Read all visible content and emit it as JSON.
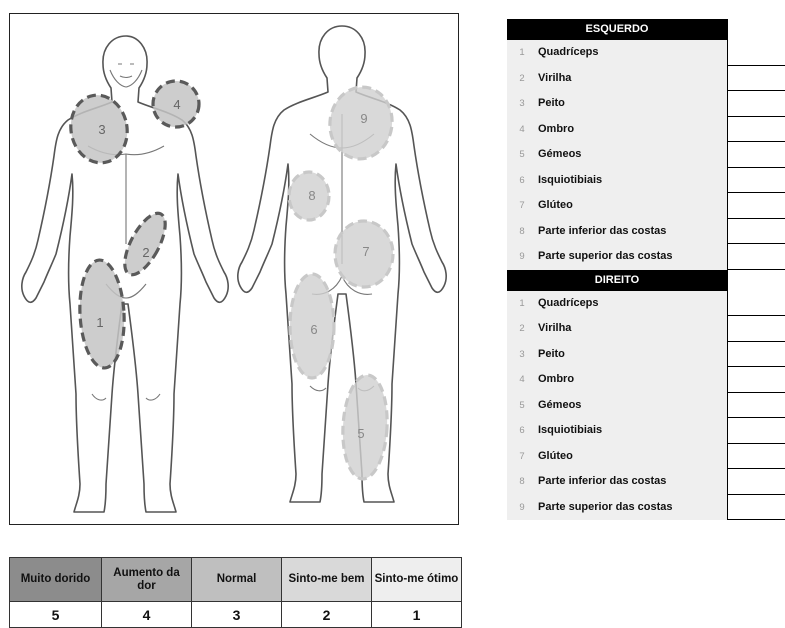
{
  "diagram": {
    "front_zones": [
      {
        "id": "1",
        "label": "1"
      },
      {
        "id": "2",
        "label": "2"
      },
      {
        "id": "3",
        "label": "3"
      },
      {
        "id": "4",
        "label": "4"
      }
    ],
    "back_zones": [
      {
        "id": "5",
        "label": "5"
      },
      {
        "id": "6",
        "label": "6"
      },
      {
        "id": "7",
        "label": "7"
      },
      {
        "id": "8",
        "label": "8"
      },
      {
        "id": "9",
        "label": "9"
      }
    ]
  },
  "left_section": {
    "title": "ESQUERDO",
    "rows": [
      {
        "num": "1",
        "label": "Quadríceps"
      },
      {
        "num": "2",
        "label": "Virilha"
      },
      {
        "num": "3",
        "label": "Peito"
      },
      {
        "num": "4",
        "label": "Ombro"
      },
      {
        "num": "5",
        "label": "Gémeos"
      },
      {
        "num": "6",
        "label": "Isquiotibiais"
      },
      {
        "num": "7",
        "label": "Glúteo"
      },
      {
        "num": "8",
        "label": "Parte inferior das costas"
      },
      {
        "num": "9",
        "label": "Parte superior das costas"
      }
    ]
  },
  "right_section": {
    "title": "DIREITO",
    "rows": [
      {
        "num": "1",
        "label": "Quadríceps"
      },
      {
        "num": "2",
        "label": "Virilha"
      },
      {
        "num": "3",
        "label": "Peito"
      },
      {
        "num": "4",
        "label": "Ombro"
      },
      {
        "num": "5",
        "label": "Gémeos"
      },
      {
        "num": "6",
        "label": "Isquiotibiais"
      },
      {
        "num": "7",
        "label": "Glúteo"
      },
      {
        "num": "8",
        "label": "Parte inferior das costas"
      },
      {
        "num": "9",
        "label": "Parte superior das costas"
      }
    ]
  },
  "scale": {
    "headers": [
      "Muito dorido",
      "Aumento da dor",
      "Normal",
      "Sinto-me bem",
      "Sinto-me ótimo"
    ],
    "values": [
      "5",
      "4",
      "3",
      "2",
      "1"
    ],
    "colors": [
      "#8c8c8c",
      "#a6a6a6",
      "#bfbfbf",
      "#d9d9d9",
      "#eeeeee"
    ]
  }
}
